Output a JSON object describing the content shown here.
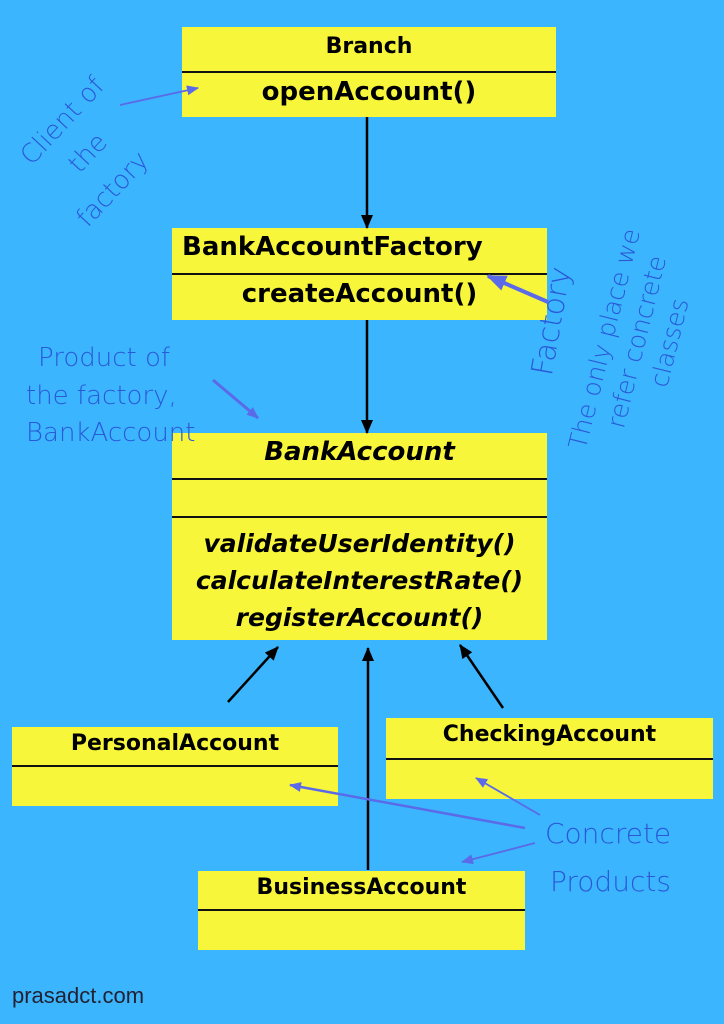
{
  "colors": {
    "background": "#3bb5fd",
    "class_box": "#f8f63a",
    "annotation": "#2a58d8",
    "annotation_arrow": "#5a6ae8"
  },
  "classes": {
    "branch": {
      "name": "Branch",
      "method": "openAccount()"
    },
    "factory": {
      "name": "BankAccountFactory",
      "method": "createAccount()"
    },
    "bank_account": {
      "name": "BankAccount",
      "methods": [
        "validateUserIdentity()",
        "calculateInterestRate()",
        "registerAccount()"
      ]
    },
    "personal": {
      "name": "PersonalAccount"
    },
    "checking": {
      "name": "CheckingAccount"
    },
    "business": {
      "name": "BusinessAccount"
    }
  },
  "annotations": {
    "client": [
      "Client of",
      "the",
      "factory"
    ],
    "product": [
      "Product of",
      "the factory,",
      "BankAccount"
    ],
    "factory": "Factory",
    "factory_note": [
      "The only place we",
      "refer concrete",
      "classes"
    ],
    "concrete": [
      "Concrete",
      "Products"
    ]
  },
  "footer": "prasadct.com"
}
